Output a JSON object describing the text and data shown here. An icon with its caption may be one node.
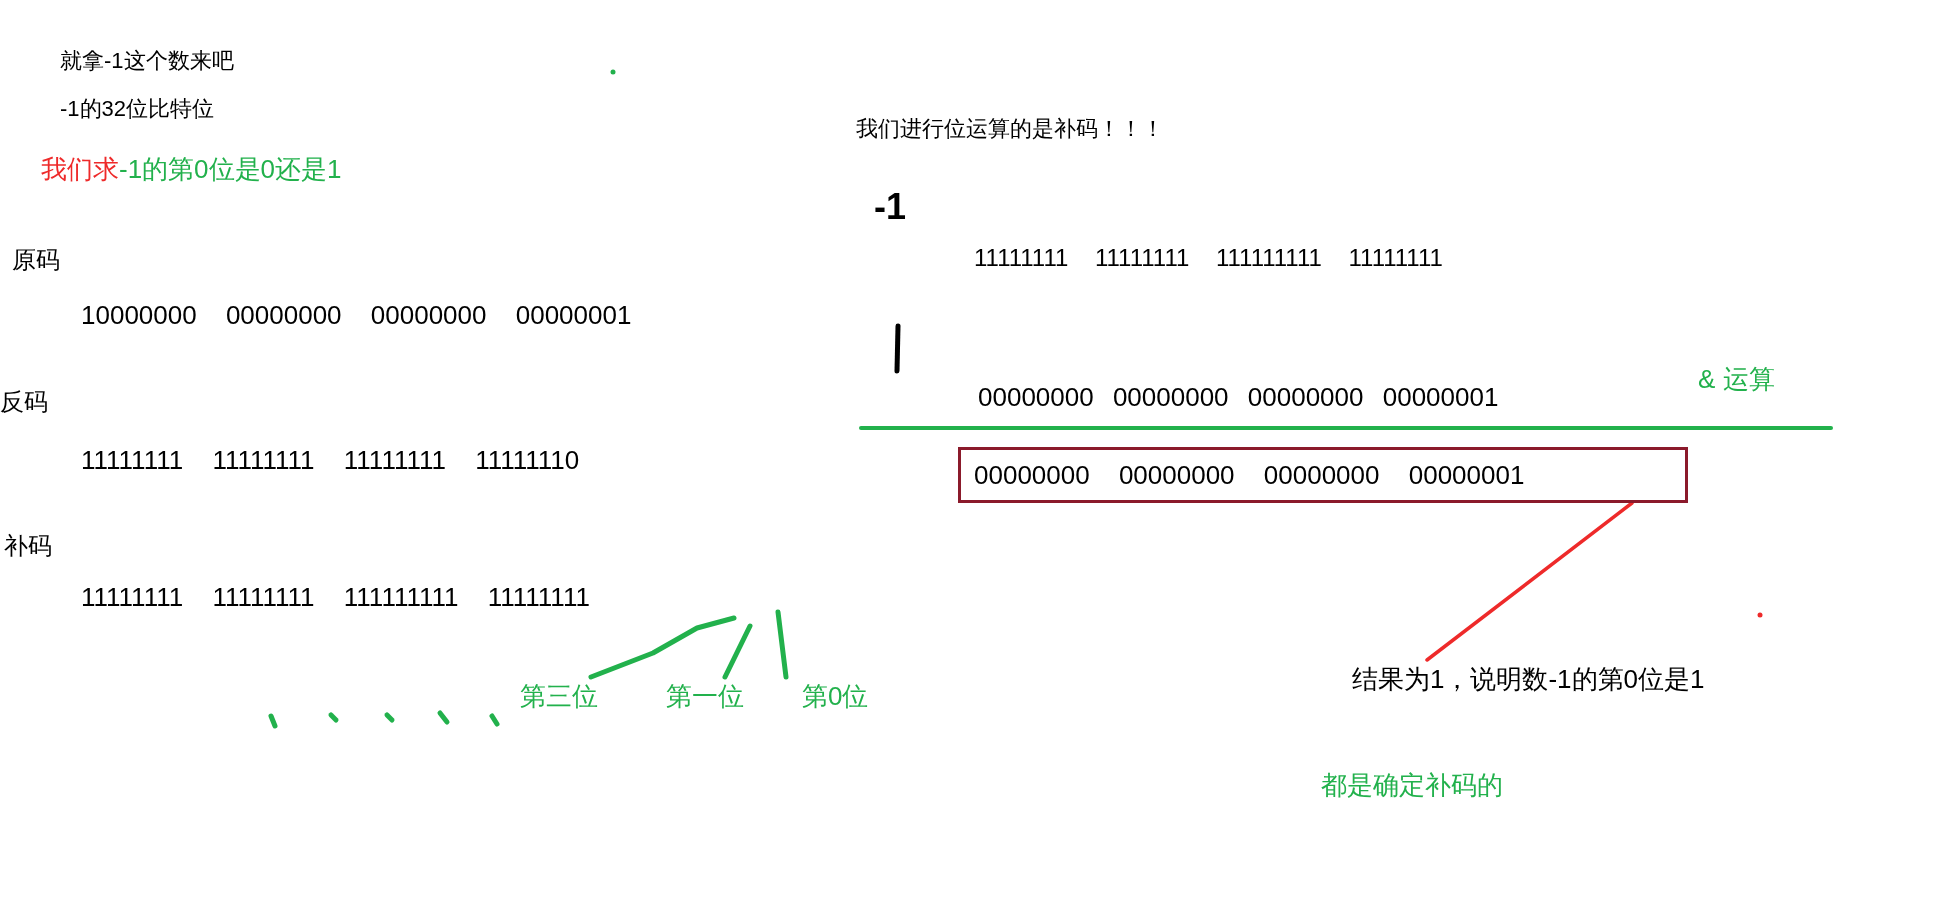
{
  "diagram": {
    "nodes": [
      {
        "text": [
          "00000000 00000000 00000000 00000001"
        ]
      },
      {
        "text": [
          "结果为1，说明数-1的第0位是1"
        ]
      },
      {
        "text": [
          "第三位"
        ]
      },
      {
        "text": [
          "第一位"
        ]
      },
      {
        "text": [
          "第0位"
        ]
      }
    ],
    "edges": [
      {
        "from": 1,
        "to": 0,
        "arrow": "none",
        "color": "#ee2a2a"
      },
      {
        "from": 2,
        "to": null,
        "arrow": "none",
        "color": "#22b14c"
      },
      {
        "from": 3,
        "to": null,
        "arrow": "none",
        "color": "#22b14c"
      },
      {
        "from": 4,
        "to": null,
        "arrow": "none",
        "color": "#22b14c"
      }
    ],
    "labels": [
      "就拿-1这个数来吧",
      "-1的32位比特位",
      "我们求",
      "-1的第0位是0还是1",
      "原码",
      "10000000 00000000 00000000 00000001",
      "反码",
      "11111111 11111111 11111111 11111110",
      "补码",
      "11111111 11111111 111111111 11111111",
      "我们进行位运算的是补码！！！",
      "-1",
      "11111111 11111111 111111111 11111111",
      "00000000 00000000 00000000 00000001",
      "& 运算",
      "都是确定补码的"
    ]
  }
}
